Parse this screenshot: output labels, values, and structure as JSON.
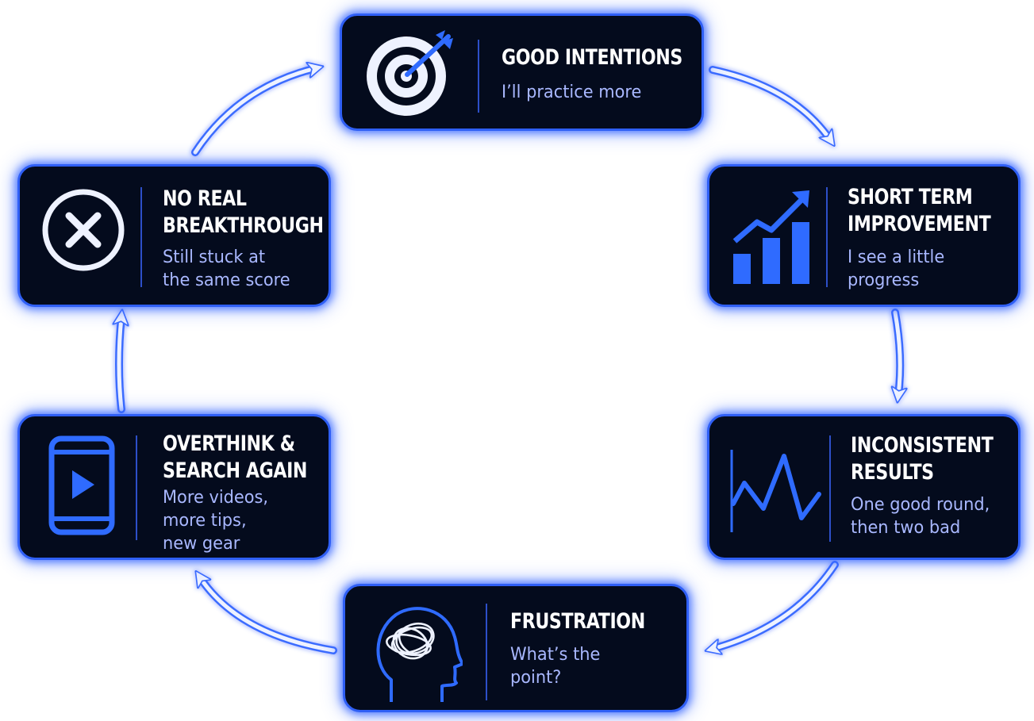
{
  "stages": {
    "good_intentions": {
      "title": [
        "GOOD INTENTIONS"
      ],
      "subtitle": [
        "I’ll practice more"
      ],
      "icon": "target-icon"
    },
    "short_term": {
      "title": [
        "SHORT TERM",
        "IMPROVEMENT"
      ],
      "subtitle": [
        "I see a little",
        "progress"
      ],
      "icon": "bar-chart-icon"
    },
    "inconsistent": {
      "title": [
        "INCONSISTENT",
        "RESULTS"
      ],
      "subtitle": [
        "One good round,",
        "then two bad"
      ],
      "icon": "zigzag-graph-icon"
    },
    "frustration": {
      "title": [
        "FRUSTRATION"
      ],
      "subtitle": [
        "What’s the",
        "point?"
      ],
      "icon": "tangled-head-icon"
    },
    "overthink": {
      "title": [
        "OVERTHINK &",
        "SEARCH AGAIN"
      ],
      "subtitle": [
        "More videos,",
        "more tips,",
        "new gear"
      ],
      "icon": "phone-play-icon"
    },
    "no_breakthrough": {
      "title": [
        "NO REAL",
        "BREAKTHROUGH"
      ],
      "subtitle": [
        "Still stuck at",
        "the same score"
      ],
      "icon": "x-circle-icon"
    }
  },
  "colors": {
    "card_bg": "#040b1d",
    "border_glow": "#2f5ff5",
    "accent_blue": "#2f6bff",
    "title_text": "#ffffff",
    "subtitle_text": "#a9b8ff",
    "arrow_fill": "#eef2ff",
    "arrow_glow": "#3a6cff"
  }
}
